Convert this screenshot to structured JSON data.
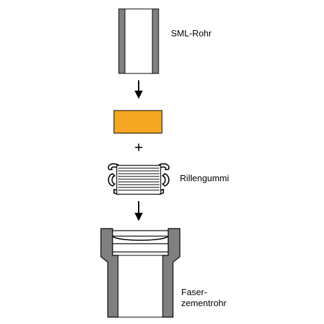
{
  "labels": {
    "sml_rohr": "SML-Rohr",
    "rillengummi": "Rillengummi",
    "faser_line1": "Faser-",
    "faser_line2": "zementrohr"
  },
  "symbols": {
    "plus": "+"
  },
  "icons": {
    "arrow_top": "arrow-down-icon",
    "arrow_bottom": "arrow-down-icon"
  },
  "colors": {
    "pipe_wall": "#808080",
    "adapter_fill": "#f5a623",
    "outline": "#000000",
    "background": "#ffffff"
  }
}
